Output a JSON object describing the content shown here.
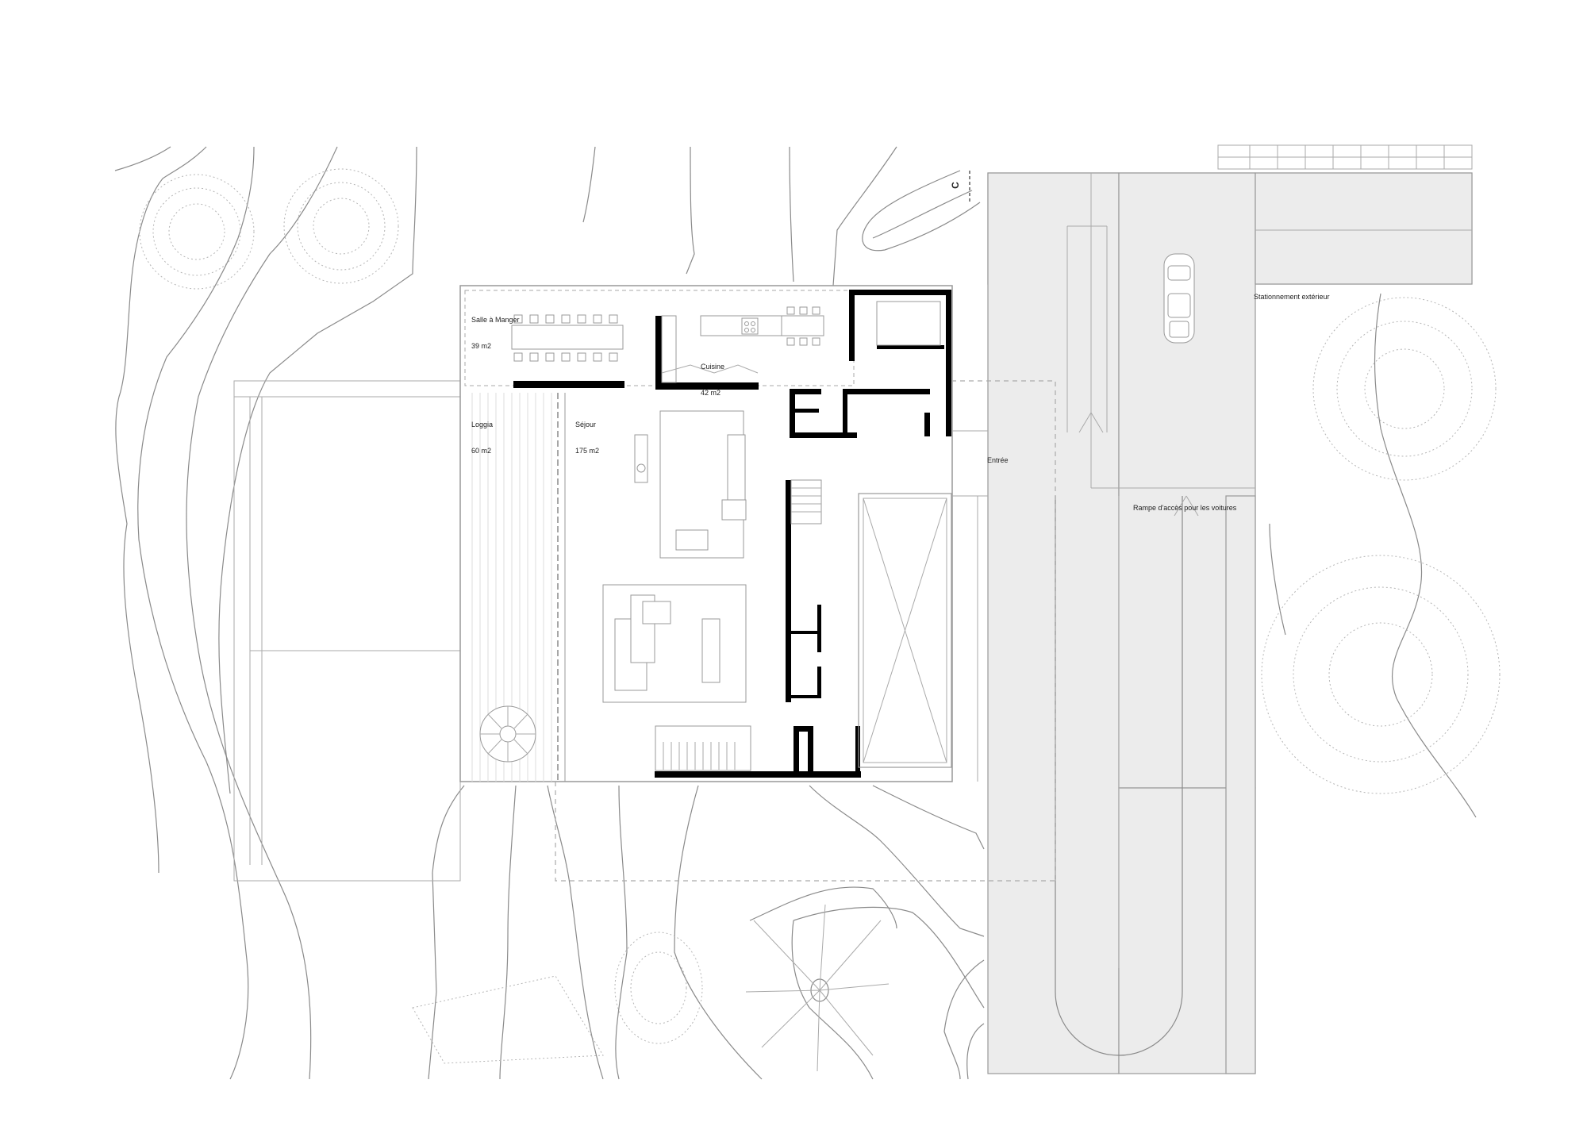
{
  "drawing": {
    "type": "site floor plan",
    "section_marker": "C"
  },
  "rooms": [
    {
      "id": "dining",
      "name": "Salle à Manger",
      "area": "39 m2"
    },
    {
      "id": "kitchen",
      "name": "Cuisine",
      "area": "42 m2"
    },
    {
      "id": "loggia",
      "name": "Loggia",
      "area": "60 m2"
    },
    {
      "id": "living",
      "name": "Séjour",
      "area": "175 m2"
    }
  ],
  "site_labels": {
    "entrance": "Entrée",
    "car_ramp": "Rampe d'accès pour les voitures",
    "outdoor_parking": "Stationnement extérieur"
  },
  "colors": {
    "walls": "#000000",
    "paving": "#ececec",
    "contour_lines": "#8a8a8a",
    "vegetation": "#b5b5b5"
  }
}
